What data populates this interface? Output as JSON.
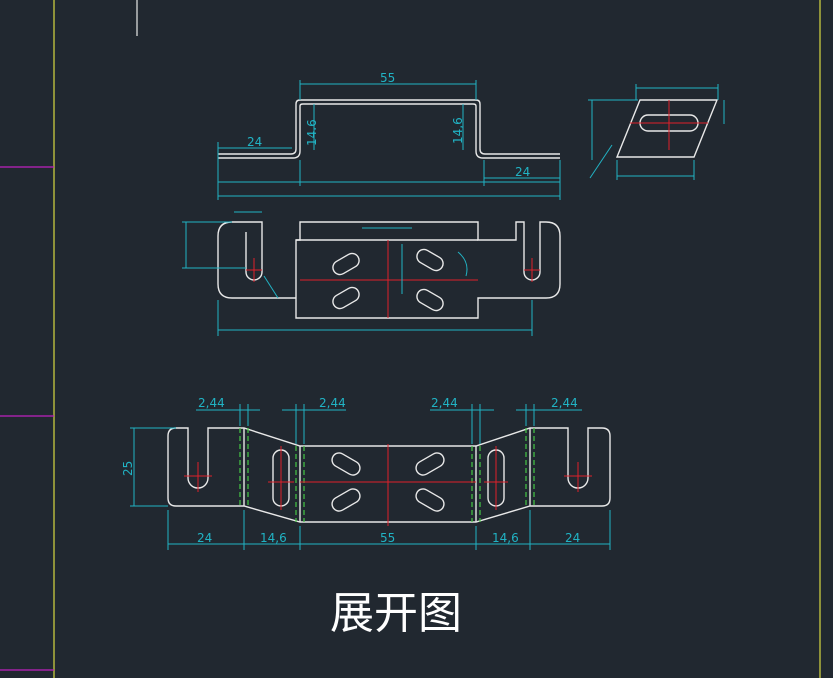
{
  "drawing": {
    "title": "展开图",
    "colors": {
      "background": "#212830",
      "outline": "#e8e8e8",
      "dimension": "#21b3c4",
      "centerline": "#e0202a",
      "bendline": "#44c944",
      "frame": "#d8d840",
      "marker": "#c020c0"
    }
  },
  "top_view": {
    "dims": {
      "top_width": "55",
      "left_height": "14.6",
      "right_height": "14,6",
      "left_flange": "24",
      "right_flange": "24"
    }
  },
  "flat_pattern": {
    "dims": {
      "bend_1": "2,44",
      "bend_2": "2,44",
      "bend_3": "2,44",
      "bend_4": "2,44",
      "height": "25",
      "left_flange": "24",
      "left_bend": "14,6",
      "middle": "55",
      "right_bend": "14,6",
      "right_flange": "24"
    }
  }
}
